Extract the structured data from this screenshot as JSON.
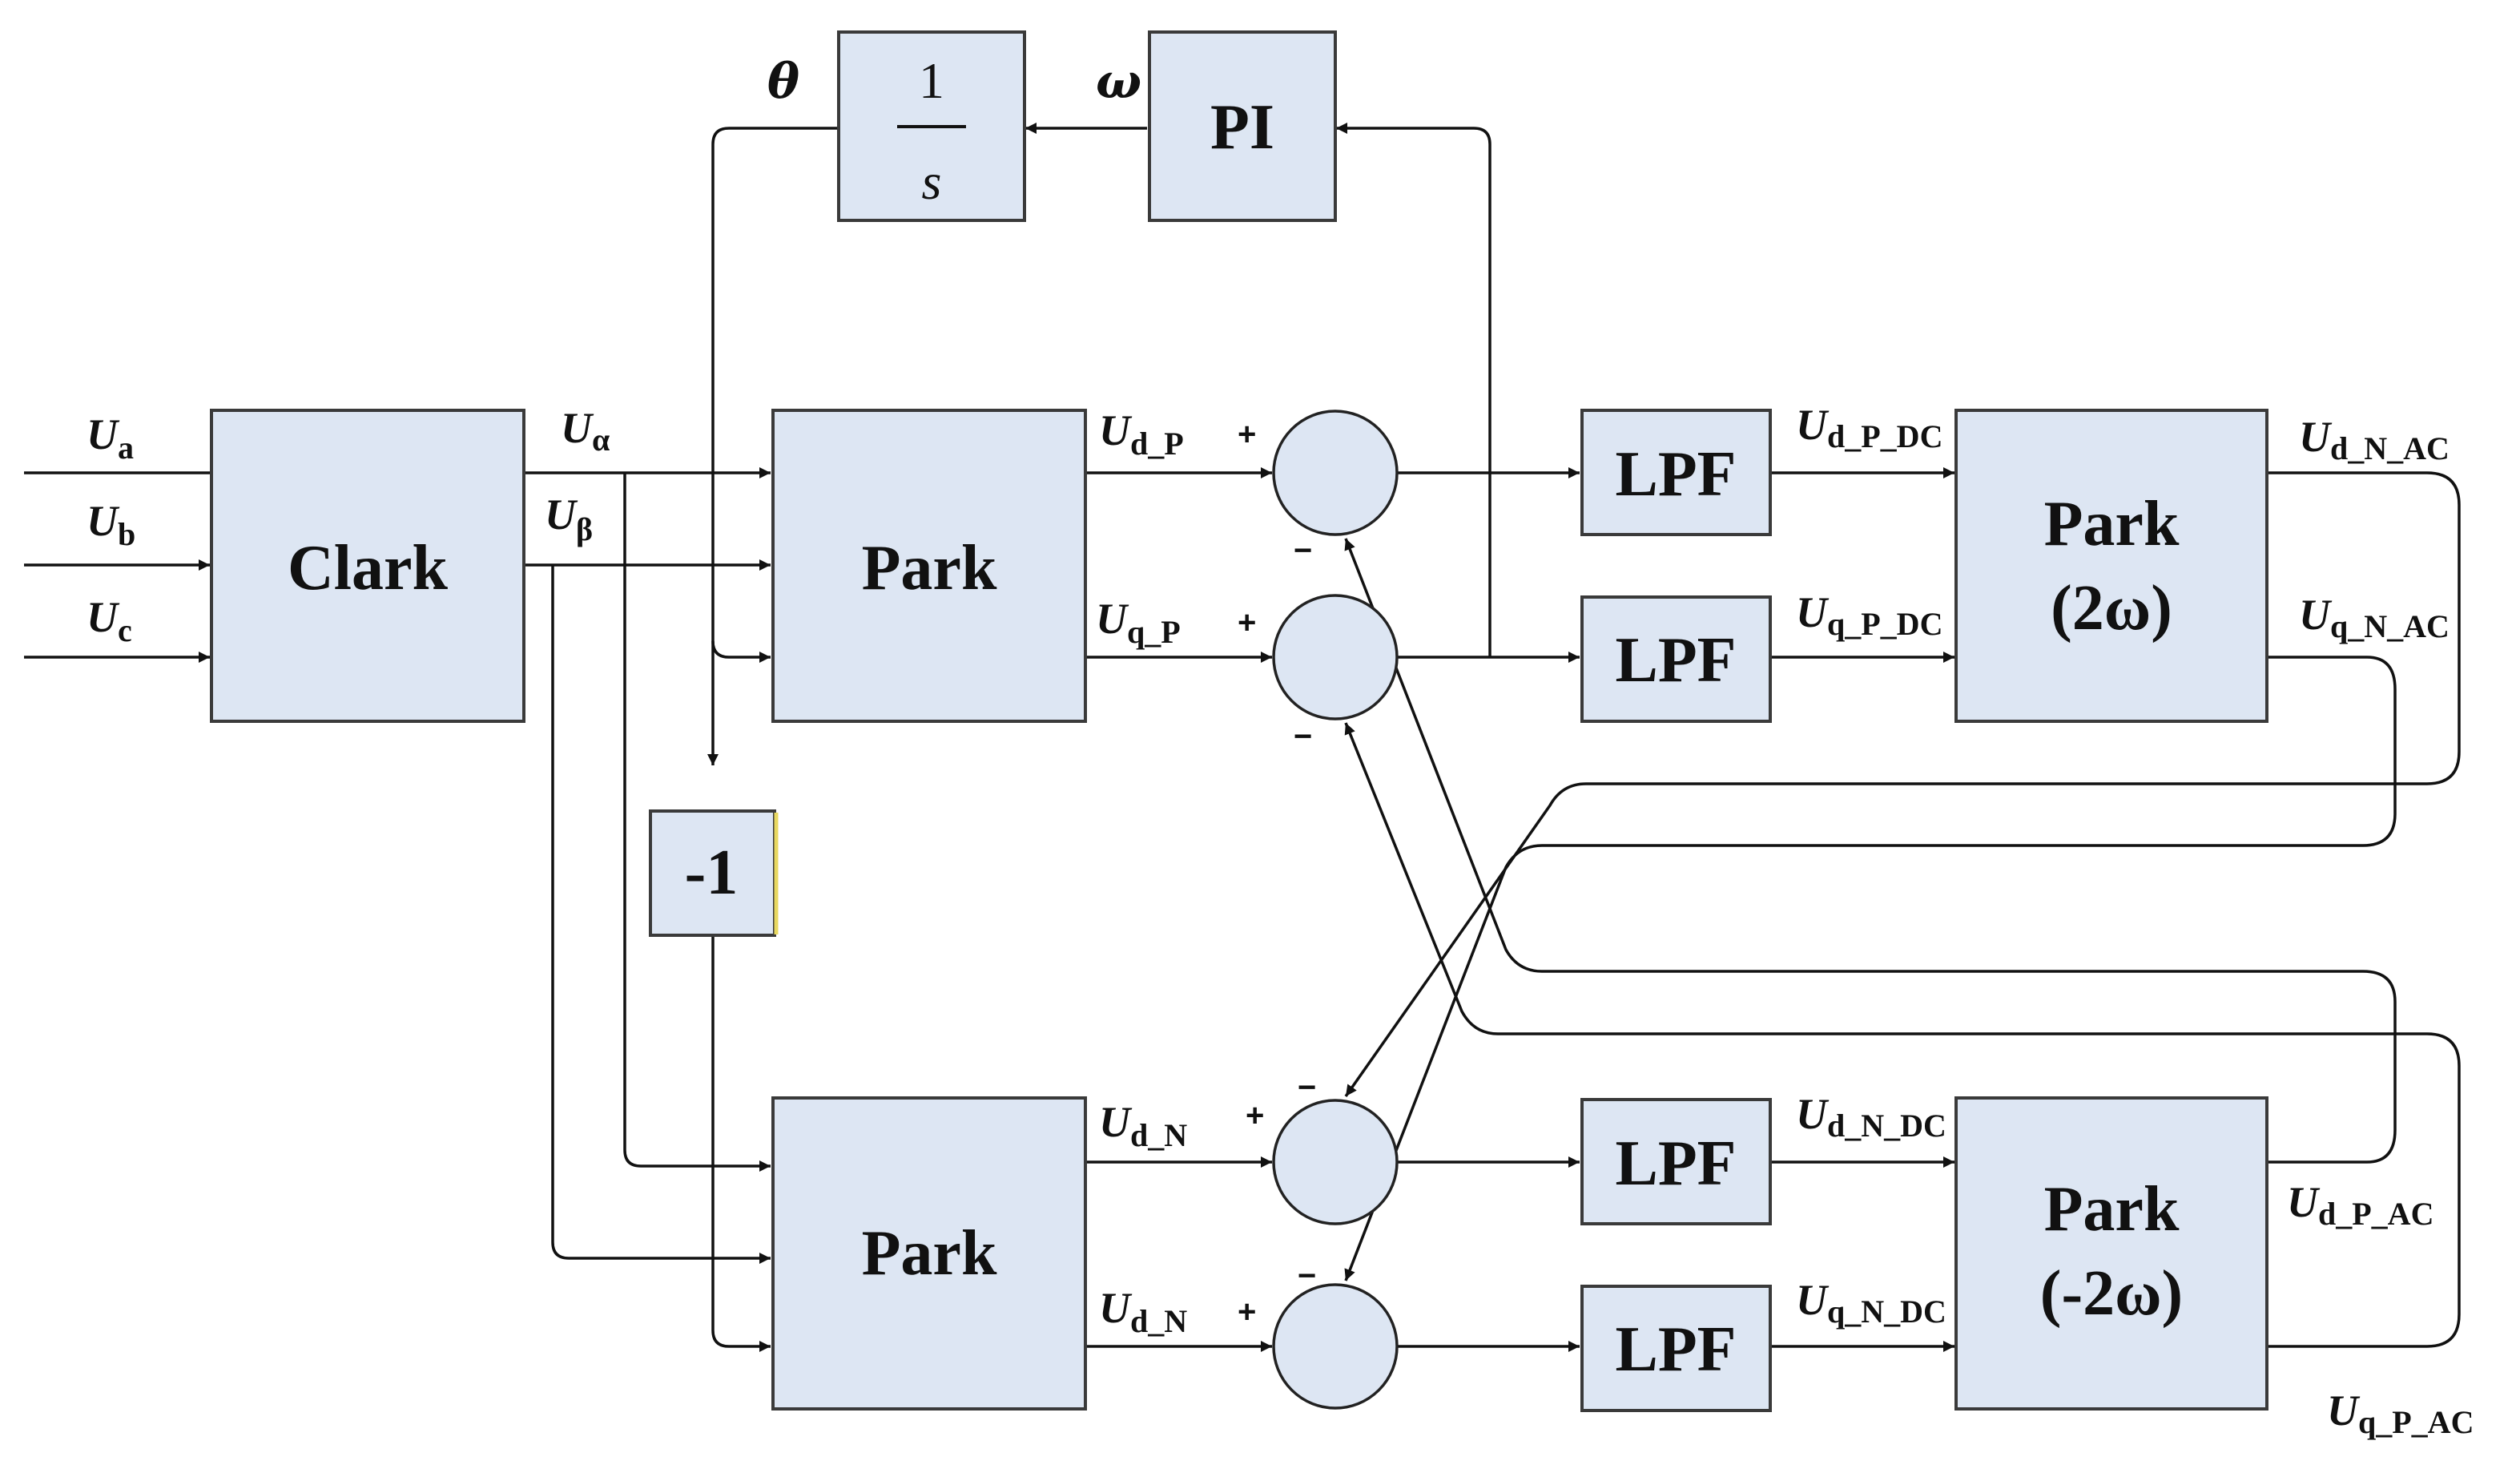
{
  "inputs": {
    "ua": {
      "main": "U",
      "sub": "a"
    },
    "ub": {
      "main": "U",
      "sub": "b"
    },
    "uc": {
      "main": "U",
      "sub": "c"
    }
  },
  "blocks": {
    "clark": "Clark",
    "park_top": "Park",
    "park_bottom": "Park",
    "pi": "PI",
    "integrator_num": "1",
    "integrator_den": "s",
    "neg": "-1",
    "lpf1": "LPF",
    "lpf2": "LPF",
    "lpf3": "LPF",
    "lpf4": "LPF",
    "park_2w_l1": "Park",
    "park_2w_l2": "(2ω)",
    "park_m2w_l1": "Park",
    "park_m2w_l2": "(-2ω)"
  },
  "signals": {
    "theta": "θ",
    "omega": "ω",
    "ualpha": {
      "main": "U",
      "sub": "α"
    },
    "ubeta": {
      "main": "U",
      "sub": "β"
    },
    "udp": {
      "main": "U",
      "sub": "d_P"
    },
    "uqp": {
      "main": "U",
      "sub": "q_P"
    },
    "udn": {
      "main": "U",
      "sub": "d_N"
    },
    "udn2": {
      "main": "U",
      "sub": "d_N"
    },
    "udpdc": {
      "main": "U",
      "sub": "d_P_DC"
    },
    "uqpdc": {
      "main": "U",
      "sub": "q_P_DC"
    },
    "udndc": {
      "main": "U",
      "sub": "d_N_DC"
    },
    "uqndc": {
      "main": "U",
      "sub": "q_N_DC"
    },
    "udnac": {
      "main": "U",
      "sub": "d_N_AC"
    },
    "uqnac": {
      "main": "U",
      "sub": "q_N_AC"
    },
    "udpac": {
      "main": "U",
      "sub": "d_P_AC"
    },
    "uqpac": {
      "main": "U",
      "sub": "q_P_AC"
    }
  },
  "signs": {
    "plus": "+",
    "minus": "−"
  }
}
